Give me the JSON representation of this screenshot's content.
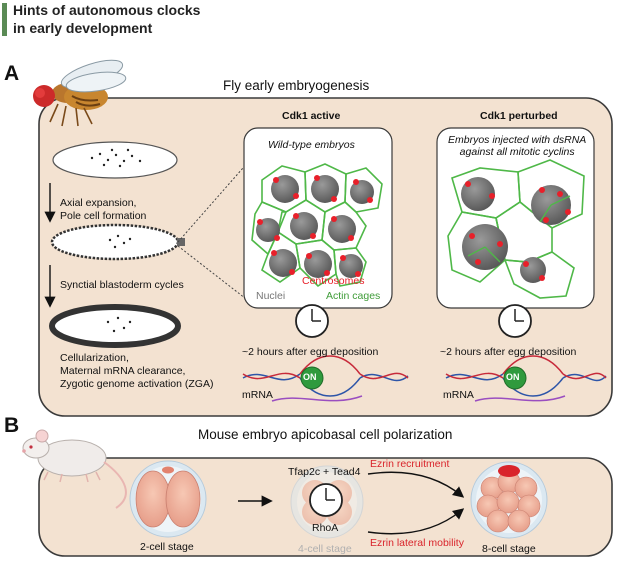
{
  "header": {
    "title": "Hints of autonomous clocks in early development"
  },
  "panel_a": {
    "letter": "A",
    "title": "Fly early embryogenesis",
    "steps": {
      "axial": "Axial expansion,\nPole cell formation",
      "synctial": "Synctial blastoderm cycles",
      "cellularization": "Cellularization,\nMaternal mRNA clearance,\nZygotic genome activation (ZGA)"
    },
    "active": {
      "heading": "Cdk1 active",
      "box_title": "Wild-type embryos",
      "centrosomes": "Centrosomes",
      "nuclei": "Nuclei",
      "actin": "Actin cages",
      "time": "~2 hours after egg deposition",
      "on": "ON",
      "mrna": "mRNA"
    },
    "perturbed": {
      "heading": "Cdk1 perturbed",
      "box_title": "Embryos injected with dsRNA\nagainst all mitotic cyclins",
      "time": "~2 hours after egg deposition",
      "on": "ON",
      "mrna": "mRNA"
    }
  },
  "panel_b": {
    "letter": "B",
    "title": "Mouse embryo apicobasal cell polarization",
    "two_cell": "2-cell stage",
    "four_cell": "4-cell stage",
    "eight_cell": "8-cell stage",
    "tfap": "Tfap2c + Tead4",
    "rhoa": "RhoA",
    "ezrin_recruit": "Ezrin recruitment",
    "ezrin_lateral": "Ezrin lateral mobility"
  },
  "colors": {
    "panel_fill": "#f3e2d1",
    "header_bar": "#5a8a55",
    "centrosome_red": "#e8202a",
    "actin_green": "#4fb848",
    "on_green": "#2f9a3d",
    "ezrin_red": "#d9242b"
  }
}
